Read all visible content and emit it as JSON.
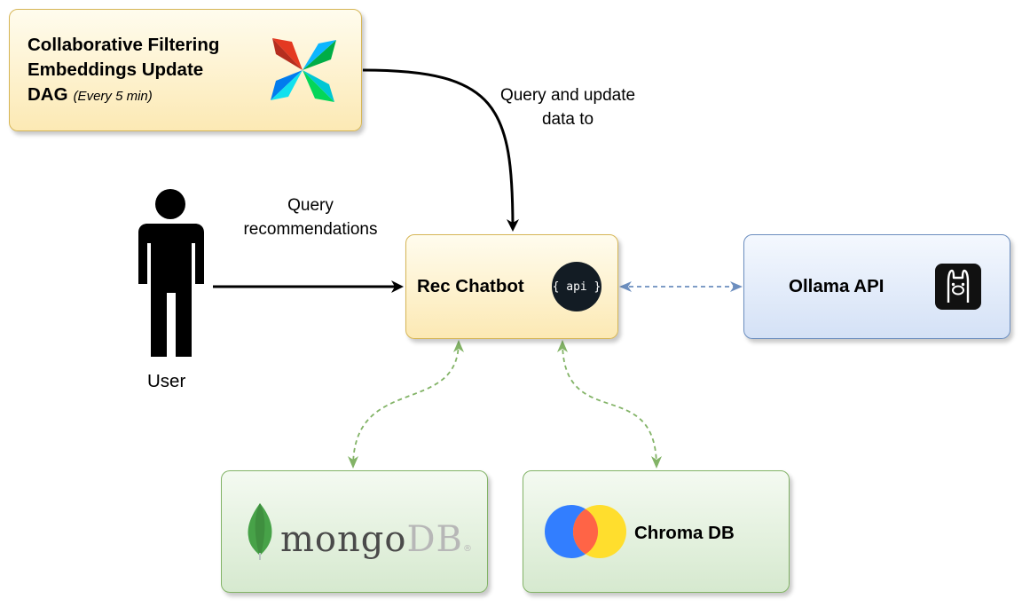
{
  "nodes": {
    "dag": {
      "title": "Collaborative Filtering Embeddings Update DAG",
      "schedule": "(Every 5 min)",
      "icon": "airflow-pinwheel-icon"
    },
    "chatbot": {
      "label": "Rec Chatbot",
      "icon_text": "{ api }"
    },
    "ollama": {
      "label": "Ollama API",
      "icon": "ollama-llama-icon"
    },
    "mongo": {
      "word_main": "mongo",
      "word_accent": "DB",
      "registered": "®",
      "icon": "mongodb-leaf-icon"
    },
    "chroma": {
      "label": "Chroma DB",
      "icon": "chroma-logo-icon"
    },
    "user": {
      "label": "User",
      "icon": "person-icon"
    }
  },
  "edges": {
    "dag_to_chatbot": {
      "label": "Query and update data to"
    },
    "user_to_chatbot": {
      "label": "Query recommendations"
    }
  },
  "colors": {
    "yellow_fill": "#fff2cc",
    "yellow_stroke": "#d6b656",
    "blue_fill": "#dae8fc",
    "blue_stroke": "#6c8ebf",
    "green_fill": "#d5e8d4",
    "green_stroke": "#82b366"
  }
}
